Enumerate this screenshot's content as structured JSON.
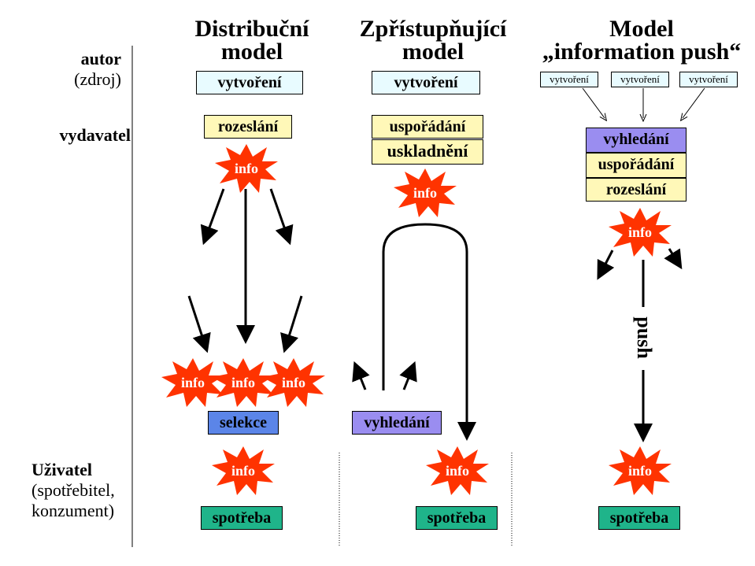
{
  "headings": {
    "distribution": "Distribuční\nmodel",
    "access": "Zpřístupňující\nmodel",
    "push": "Model\n„information push“"
  },
  "roles": {
    "author": "autor",
    "author_sub": "(zdroj)",
    "publisher": "vydavatel",
    "user": "Uživatel",
    "user_sub1": "(spotřebitel,",
    "user_sub2": "konzument)"
  },
  "distribution": {
    "create": "vytvoření",
    "distribute": "rozeslání",
    "info": "info",
    "select": "selekce",
    "consume": "spotřeba"
  },
  "access": {
    "create": "vytvoření",
    "organize": "uspořádání",
    "store": "uskladnění",
    "info": "info",
    "search": "vyhledání",
    "consume": "spotřeba"
  },
  "push": {
    "creates": [
      "vytvoření",
      "vytvoření",
      "vytvoření"
    ],
    "search": "vyhledání",
    "organize": "uspořádání",
    "distribute": "rozeslání",
    "info": "info",
    "push_label": "push",
    "consume": "spotřeba"
  },
  "colors": {
    "info_burst": "#ff3300",
    "cyan_box": "#e8fbff",
    "yellow_box": "#fff8b8",
    "purple_box": "#9a8df0",
    "blue_box": "#5b85e8",
    "green_box": "#1fb48a"
  }
}
